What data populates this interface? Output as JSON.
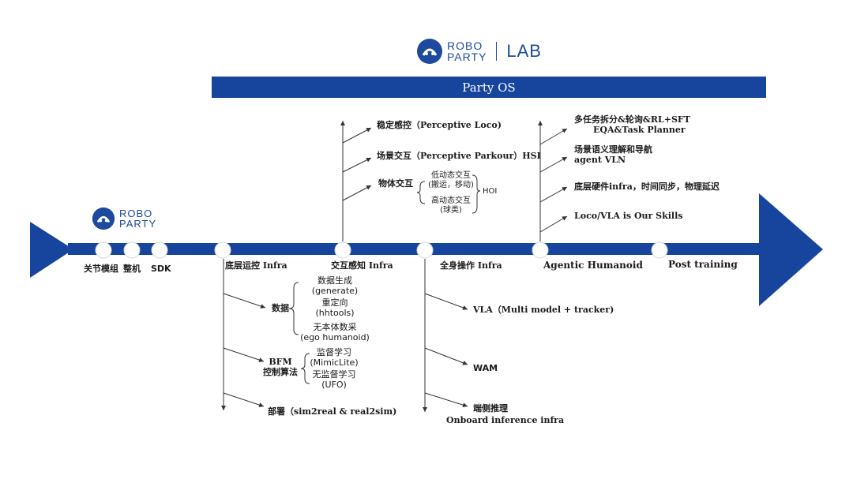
{
  "logo": {
    "line1": "ROBO",
    "line2": "PARTY",
    "lab": "LAB"
  },
  "os_bar": {
    "label": "Party OS"
  },
  "timeline": {
    "stages": [
      {
        "label": "关节模组"
      },
      {
        "label": "整机"
      },
      {
        "label": "SDK"
      },
      {
        "label": "底层运控 Infra"
      },
      {
        "label": "交互感知 Infra"
      },
      {
        "label": "全身操作 Infra"
      },
      {
        "label": "Agentic Humanoid"
      },
      {
        "label": "Post training"
      }
    ]
  },
  "low_level": {
    "data_label": "数据",
    "data_items": [
      {
        "line1": "数据生成",
        "line2": "(generate)"
      },
      {
        "line1": "重定向",
        "line2": "(hhtools)"
      },
      {
        "line1": "无本体数采",
        "line2": "(ego humanoid)"
      }
    ],
    "bfm_line1": "BFM",
    "bfm_line2": "控制算法",
    "bfm_items": [
      {
        "line1": "监督学习",
        "line2": "(MimicLite)"
      },
      {
        "line1": "无监督学习",
        "line2": "(UFO)"
      }
    ],
    "deploy": "部署（sim2real & real2sim)"
  },
  "interaction": {
    "items": [
      "稳定感控（Perceptive Loco)",
      "场景交互（Perceptive Parkour）HSI"
    ],
    "object_label": "物体交互",
    "object_sub": [
      {
        "line1": "低动态交互",
        "line2": "(搬运，移动)"
      },
      {
        "line1": "高动态交互",
        "line2": "(球类)"
      }
    ],
    "hoi": "HOI"
  },
  "whole_body": {
    "items": [
      {
        "line1": "VLA（Multi model + tracker)"
      },
      {
        "line1": "WAM"
      },
      {
        "line1": "端侧推理",
        "line2": "Onboard inference infra"
      }
    ]
  },
  "agentic": {
    "items": [
      {
        "line1": "多任务拆分&轮询&RL+SFT",
        "line2": "EQA&Task Planner"
      },
      {
        "line1": "场景语义理解和导航",
        "line2": "agent VLN"
      },
      {
        "line1": "底层硬件infra，时间同步，物理延迟"
      },
      {
        "line1": "Loco/VLA is Our Skills"
      }
    ]
  },
  "colors": {
    "primary": "#17449c",
    "node_fill": "#ffffff",
    "line": "#333333"
  }
}
